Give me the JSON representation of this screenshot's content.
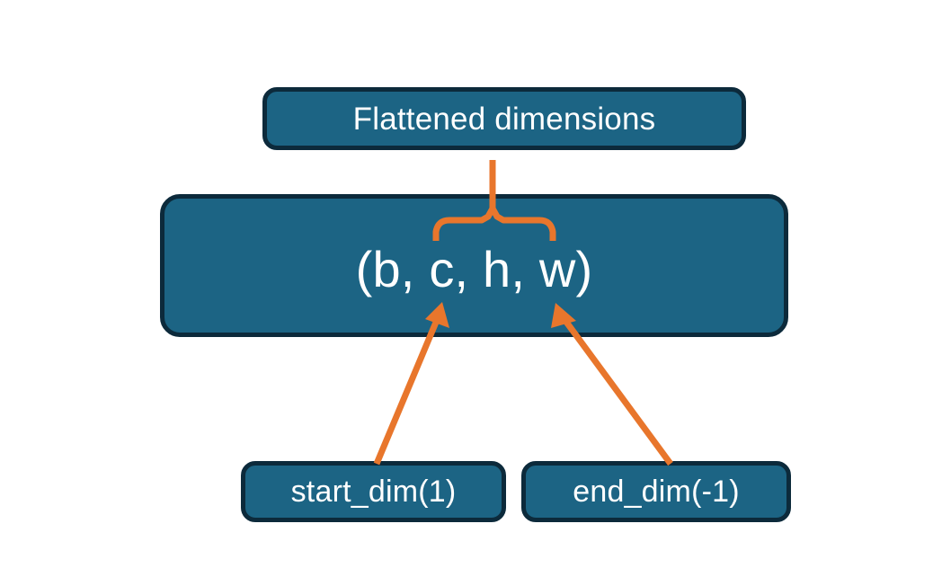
{
  "diagram": {
    "title": "Flatten start_dim / end_dim over tensor shape",
    "background_color": "#FFFFFF",
    "node_fill_color": "#1C6484",
    "node_border_color": "#0C2A3B",
    "node_text_color": "#FFFFFF",
    "accent_color": "#E8762C",
    "nodes": {
      "flattened": {
        "label": "Flattened dimensions"
      },
      "shape": {
        "label": "(b, c, h, w)"
      },
      "start_dim": {
        "label": "start_dim(1)"
      },
      "end_dim": {
        "label": "end_dim(-1)"
      }
    },
    "annotations": {
      "brace": {
        "name": "flattened-range-brace",
        "spans_from": "c",
        "spans_to": "w",
        "points_to": "Flattened dimensions"
      },
      "arrow_start_dim": {
        "name": "start-dim-arrow",
        "from": "start_dim(1)",
        "to": "c"
      },
      "arrow_end_dim": {
        "name": "end-dim-arrow",
        "from": "end_dim(-1)",
        "to": "w"
      }
    }
  }
}
